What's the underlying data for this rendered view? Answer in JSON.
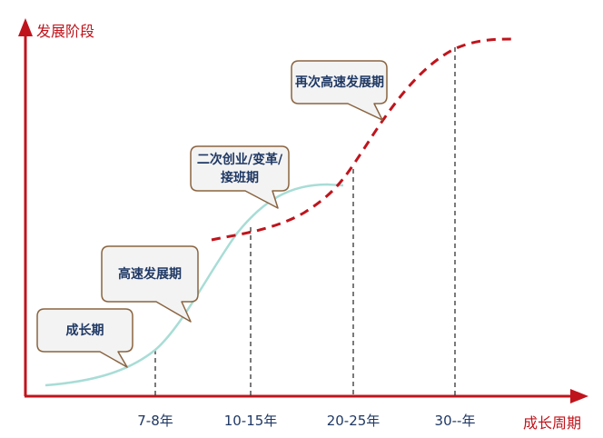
{
  "y_axis_title": "发展阶段",
  "x_axis_title": "成长周期",
  "ticks": [
    "7-8年",
    "10-15年",
    "20-25年",
    "30--年"
  ],
  "bubbles": [
    {
      "text": "成长期"
    },
    {
      "text": "高速发展期"
    },
    {
      "text": "二次创业/变革/接班期"
    },
    {
      "text": "再次高速发展期"
    }
  ],
  "colors": {
    "axis": "#c0141c",
    "first_curve": "#a8ddd6",
    "second_curve": "#c0141c",
    "text": "#1f3864",
    "bubble_fill": "#f3f3f3",
    "bubble_border": "#8a6440"
  }
}
